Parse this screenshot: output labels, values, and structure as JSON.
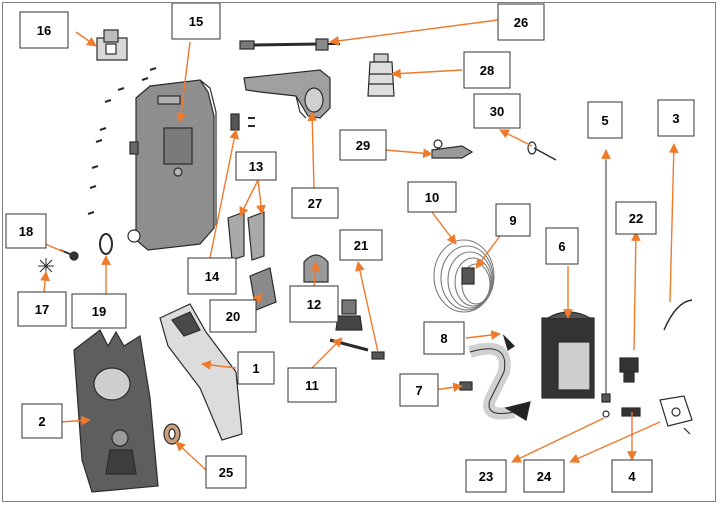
{
  "colors": {
    "arrow": "#ee7a2c",
    "part_dark": "#5d5d5d",
    "part_mid": "#9a9a9a",
    "part_light": "#d9d9d9",
    "outline": "#2b2b2b",
    "box_border": "#333333"
  },
  "labels": {
    "p1": "1",
    "p2": "2",
    "p3": "3",
    "p4": "4",
    "p5": "5",
    "p6": "6",
    "p7": "7",
    "p8": "8",
    "p9": "9",
    "p10": "10",
    "p11": "11",
    "p12": "12",
    "p13": "13",
    "p14": "14",
    "p15": "15",
    "p16": "16",
    "p17": "17",
    "p18": "18",
    "p19": "19",
    "p20": "20",
    "p21": "21",
    "p22": "22",
    "p23": "23",
    "p24": "24",
    "p25": "25",
    "p26": "26",
    "p27": "27",
    "p28": "28",
    "p29": "29",
    "p30": "30"
  }
}
